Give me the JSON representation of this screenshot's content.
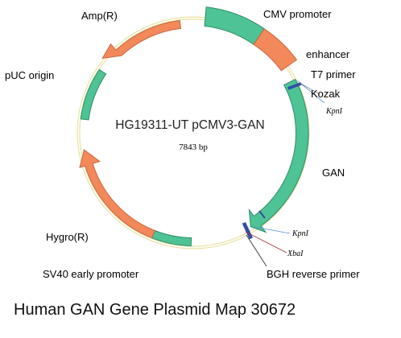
{
  "plasmid": {
    "name": "HG19311-UT pCMV3-GAN",
    "size": "7843 bp"
  },
  "features": [
    {
      "id": "cmv",
      "label": "CMV promoter",
      "color": "#4ec395"
    },
    {
      "id": "enhancer",
      "label": "enhancer",
      "color": "#f3885a"
    },
    {
      "id": "t7",
      "label": "T7 primer",
      "color": "#2f4fa8"
    },
    {
      "id": "kozak",
      "label": "Kozak"
    },
    {
      "id": "gan",
      "label": "GAN",
      "color": "#4ec395"
    },
    {
      "id": "bgh",
      "label": "BGH reverse primer",
      "color": "#2f4fa8"
    },
    {
      "id": "sv40",
      "label": "SV40 early promoter",
      "color": "#4ec395"
    },
    {
      "id": "hygro",
      "label": "Hygro(R)",
      "color": "#f3885a"
    },
    {
      "id": "puc",
      "label": "pUC origin",
      "color": "#4ec395"
    },
    {
      "id": "amp",
      "label": "Amp(R)",
      "color": "#f3885a"
    }
  ],
  "sites": [
    {
      "id": "kpn1_top",
      "label": "KpnI"
    },
    {
      "id": "kpn1_bottom",
      "label": "KpnI"
    },
    {
      "id": "xba1",
      "label": "XbaI"
    }
  ],
  "caption": "Human GAN Gene Plasmid Map 30672"
}
